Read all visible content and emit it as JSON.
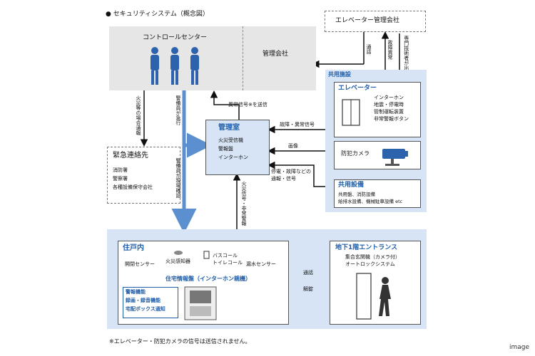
{
  "title": "● セキュリティシステム（概念図）",
  "control_center": "コントロールセンター",
  "management_company": "管理会社",
  "elevator_company": "エレベーター管理会社",
  "shared_facilities_label": "共用施設",
  "elevator": {
    "title": "エレベーター",
    "items": [
      "インターホン",
      "地震・停電時",
      "管制運転装置",
      "非常警報ボタン"
    ]
  },
  "camera": "防犯カメラ",
  "shared_equipment": {
    "title": "共用設備",
    "items": [
      "共用盤、消防設備",
      "給排水設備、機械駐車設備 etc"
    ]
  },
  "management_room": {
    "title": "管理室",
    "items": [
      "火災受信機",
      "警報盤",
      "インターホン"
    ]
  },
  "emergency": {
    "title": "緊急連絡先",
    "items": [
      "消防署",
      "警察署",
      "各種設備保守会社"
    ]
  },
  "dwelling": {
    "title": "住戸内",
    "sensor_open": "開閉センサー",
    "fire_sensor": "火災感知器",
    "bath_call": "バスコール",
    "toilet_call": "トイレコール",
    "leak_sensor": "漏水センサー",
    "panel_title": "住宅情報盤（インターホン親機）",
    "panel_features": [
      "警報機能",
      "録画・録音機能",
      "宅配ボックス通知"
    ]
  },
  "entrance": {
    "title": "地下1階エントランス",
    "items": [
      "集合玄関機（カメラ付）",
      "オートロックシステム"
    ]
  },
  "labels": {
    "fire_notify": "火災等の場合通報",
    "guard_rush": "警備員が急行",
    "guard_confirm": "警備員が現場確認",
    "abnormal_signal": "異常信号※を送信",
    "fault_signal": "故障・異常信号",
    "video": "画像",
    "outage_signal_1": "停電・故障などの",
    "outage_signal_2": "通報・信号",
    "fire_emergency": "火災信号・非常警報",
    "call": "通話",
    "unlock": "解錠",
    "report": "通話",
    "fault_abnormal": "故障異常",
    "dispatch": "専門技術者が出動・対応"
  },
  "footnote": "※エレベーター・防犯カメラの信号は送信されません。",
  "watermark": "image",
  "colors": {
    "panel_blue": "#d6e4f5",
    "accent_blue": "#1f5da8",
    "arrow_blue": "#5b8fd0"
  }
}
